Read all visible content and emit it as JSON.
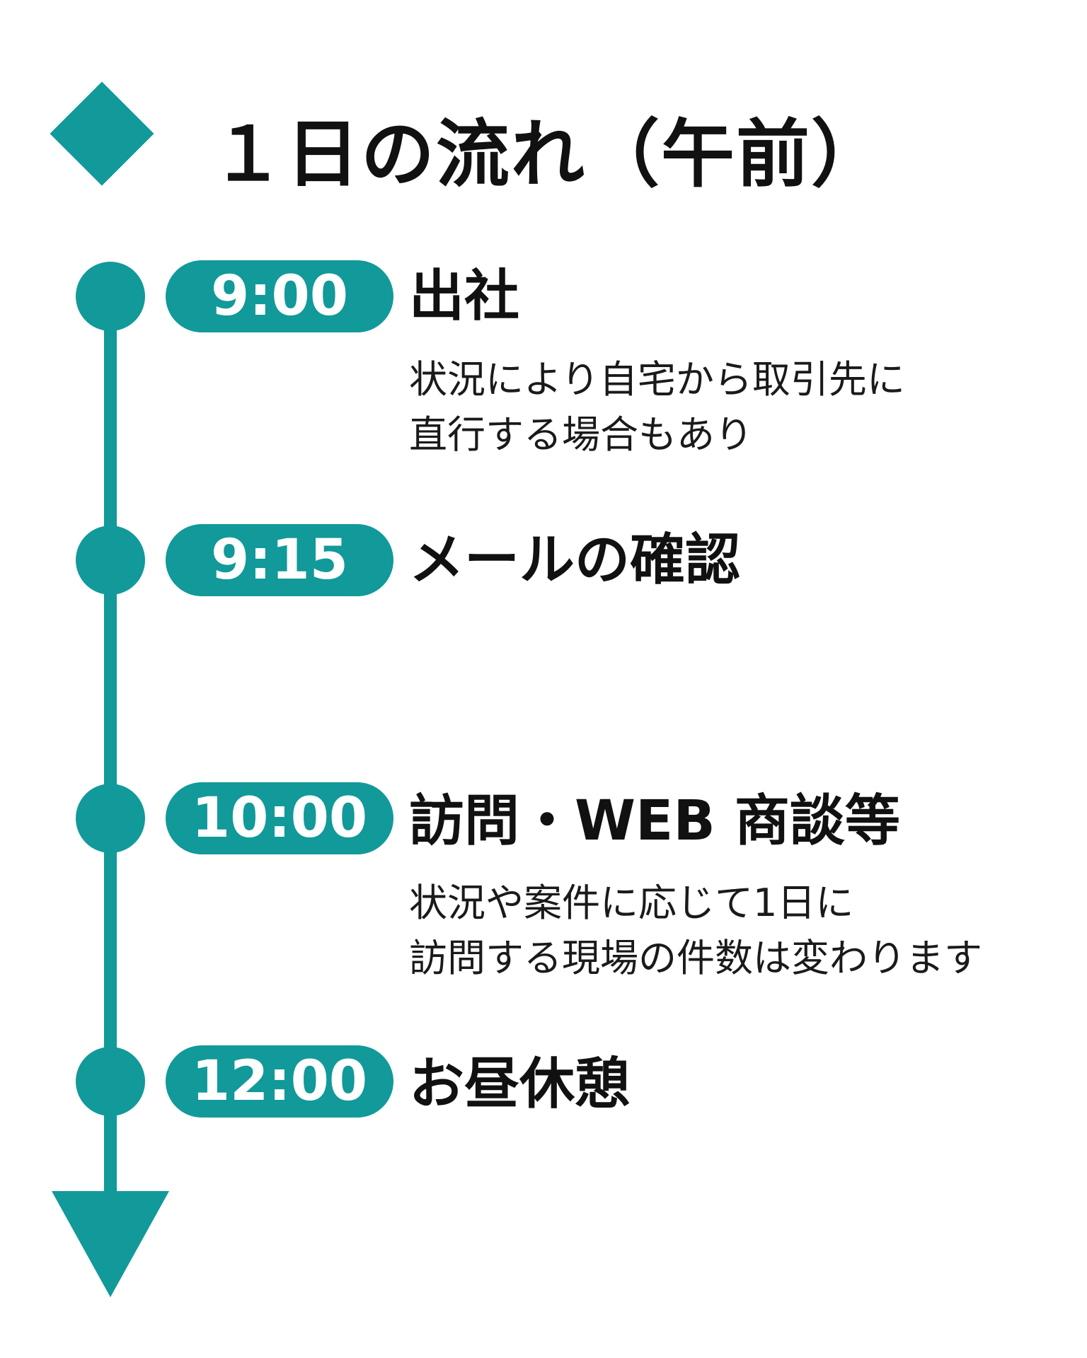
{
  "colors": {
    "accent": "#12999A",
    "text": "#111111",
    "background": "#FFFFFF"
  },
  "header": {
    "title": "１日の流れ（午前）",
    "bullet_icon": "diamond-icon"
  },
  "timeline": {
    "end_icon": "arrow-down-icon",
    "events": [
      {
        "time": "9:00",
        "title": "出社",
        "description": [
          "状況により自宅から取引先に",
          "直行する場合もあり"
        ]
      },
      {
        "time": "9:15",
        "title": "メールの確認",
        "description": []
      },
      {
        "time": "10:00",
        "title": "訪問・WEB 商談等",
        "description": [
          "状況や案件に応じて1日に",
          "訪問する現場の件数は変わります"
        ]
      },
      {
        "time": "12:00",
        "title": "お昼休憩",
        "description": []
      }
    ]
  }
}
